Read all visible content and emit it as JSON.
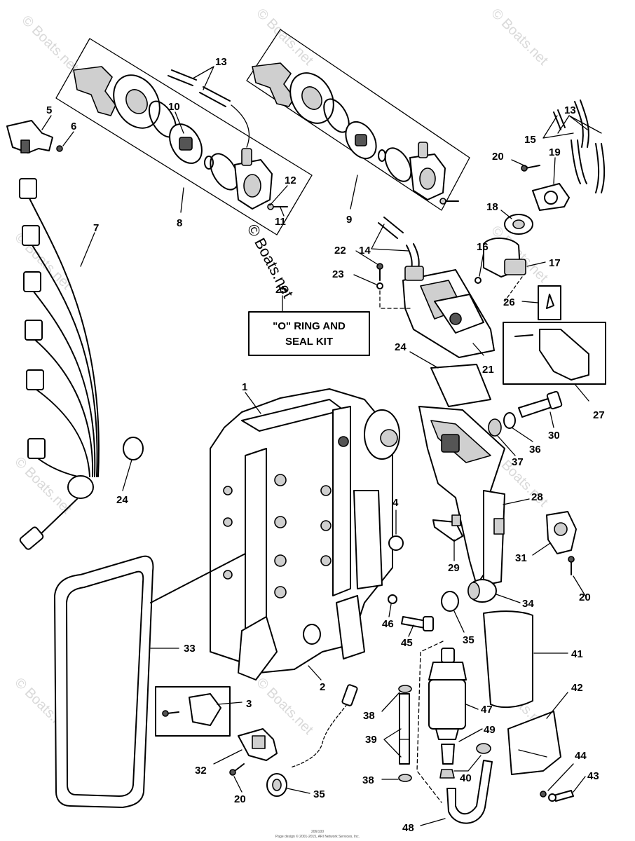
{
  "kit_box": {
    "line1": "\"O\" RING AND",
    "line2": "SEAL KIT"
  },
  "watermark": {
    "text": "© Boats.net"
  },
  "footer": {
    "line1": "206/100",
    "line2": "Page design © 2001-2015, ARI Network Services, Inc."
  },
  "callouts": [
    {
      "id": "c13a",
      "label": "13"
    },
    {
      "id": "c5",
      "label": "5"
    },
    {
      "id": "c6",
      "label": "6"
    },
    {
      "id": "c10",
      "label": "10"
    },
    {
      "id": "c12",
      "label": "12"
    },
    {
      "id": "c11",
      "label": "11"
    },
    {
      "id": "c8",
      "label": "8"
    },
    {
      "id": "c9",
      "label": "9"
    },
    {
      "id": "c7",
      "label": "7"
    },
    {
      "id": "c13b",
      "label": "13"
    },
    {
      "id": "c15",
      "label": "15"
    },
    {
      "id": "c20a",
      "label": "20"
    },
    {
      "id": "c19",
      "label": "19"
    },
    {
      "id": "c18",
      "label": "18"
    },
    {
      "id": "c14",
      "label": "14"
    },
    {
      "id": "c16",
      "label": "16"
    },
    {
      "id": "c17",
      "label": "17"
    },
    {
      "id": "c22",
      "label": "22"
    },
    {
      "id": "c23",
      "label": "23"
    },
    {
      "id": "c25",
      "label": "25"
    },
    {
      "id": "c26",
      "label": "26"
    },
    {
      "id": "c24a",
      "label": "24"
    },
    {
      "id": "c21",
      "label": "21"
    },
    {
      "id": "c1",
      "label": "1"
    },
    {
      "id": "c27",
      "label": "27"
    },
    {
      "id": "c30",
      "label": "30"
    },
    {
      "id": "c36",
      "label": "36"
    },
    {
      "id": "c37",
      "label": "37"
    },
    {
      "id": "c24b",
      "label": "24"
    },
    {
      "id": "c4",
      "label": "4"
    },
    {
      "id": "c28",
      "label": "28"
    },
    {
      "id": "c31",
      "label": "31"
    },
    {
      "id": "c29",
      "label": "29"
    },
    {
      "id": "c20b",
      "label": "20"
    },
    {
      "id": "c34",
      "label": "34"
    },
    {
      "id": "c46",
      "label": "46"
    },
    {
      "id": "c45",
      "label": "45"
    },
    {
      "id": "c35a",
      "label": "35"
    },
    {
      "id": "c33",
      "label": "33"
    },
    {
      "id": "c41",
      "label": "41"
    },
    {
      "id": "c2",
      "label": "2"
    },
    {
      "id": "c3",
      "label": "3"
    },
    {
      "id": "c42",
      "label": "42"
    },
    {
      "id": "c38a",
      "label": "38"
    },
    {
      "id": "c47",
      "label": "47"
    },
    {
      "id": "c39",
      "label": "39"
    },
    {
      "id": "c49",
      "label": "49"
    },
    {
      "id": "c32",
      "label": "32"
    },
    {
      "id": "c44",
      "label": "44"
    },
    {
      "id": "c38b",
      "label": "38"
    },
    {
      "id": "c40",
      "label": "40"
    },
    {
      "id": "c43",
      "label": "43"
    },
    {
      "id": "c20c",
      "label": "20"
    },
    {
      "id": "c35b",
      "label": "35"
    },
    {
      "id": "c48",
      "label": "48"
    }
  ]
}
